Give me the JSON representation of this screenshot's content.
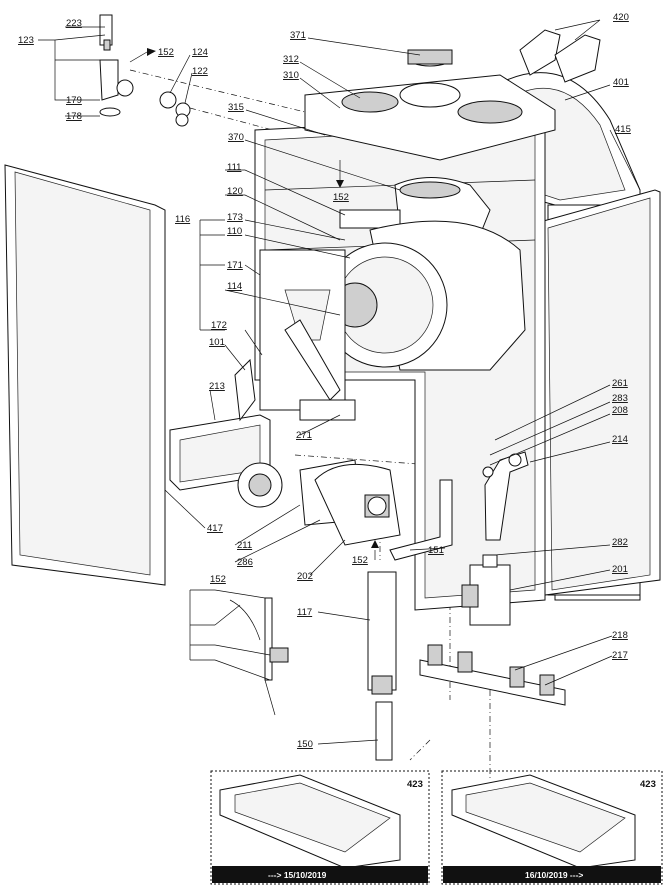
{
  "callouts": {
    "c123": "123",
    "c223": "223",
    "c152a": "152",
    "c124": "124",
    "c122": "122",
    "c179": "179",
    "c178": "178",
    "c371": "371",
    "c312": "312",
    "c310": "310",
    "c315": "315",
    "c370": "370",
    "c152b": "152",
    "c420": "420",
    "c401": "401",
    "c415": "415",
    "c111": "111",
    "c120": "120",
    "c116": "116",
    "c173": "173",
    "c110": "110",
    "c171": "171",
    "c114": "114",
    "c172": "172",
    "c101": "101",
    "c213": "213",
    "c271": "271",
    "c261": "261",
    "c283": "283",
    "c208": "208",
    "c214": "214",
    "c417": "417",
    "c211": "211",
    "c286": "286",
    "c202": "202",
    "c152c": "152",
    "c151": "151",
    "c282": "282",
    "c201": "201",
    "c152d": "152",
    "c117": "117",
    "c218": "218",
    "c217": "217",
    "c150": "150"
  },
  "variants": [
    {
      "id": "423",
      "date_label": "---> 15/10/2019"
    },
    {
      "id": "423",
      "date_label": "16/10/2019 --->"
    }
  ]
}
